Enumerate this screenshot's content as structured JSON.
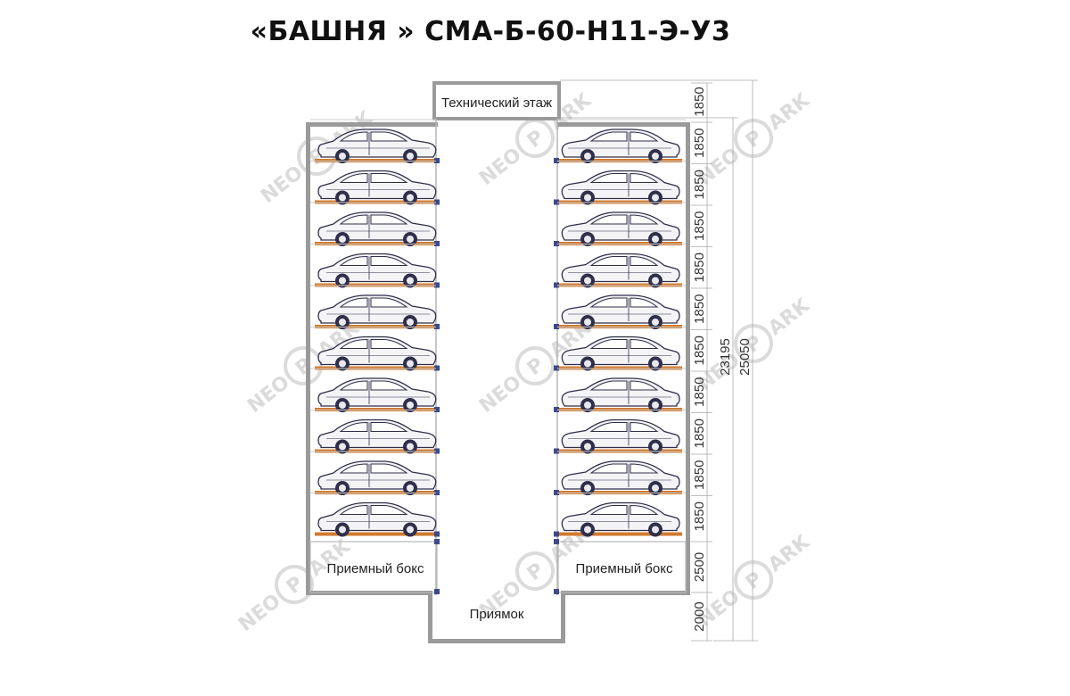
{
  "title": "«БАШНЯ » СМА-Б-60-Н11-Э-У3",
  "labels": {
    "tech_floor": "Технический этаж",
    "receiving_box_left": "Приемный бокс",
    "receiving_box_right": "Приемный бокс",
    "pit": "Приямок"
  },
  "dimensions": {
    "level": "1850",
    "box": "2500",
    "pit": "2000",
    "total_inner": "23195",
    "total_outer": "25050"
  },
  "watermark": {
    "left": "NEO",
    "right": "ARK",
    "badge": "P"
  },
  "colors": {
    "platform": "#d07a2e",
    "wall": "#9a9a9a",
    "car_fill": "#f4f4f7",
    "car_line": "#2f2f4a",
    "watermark": "#cfcfcf"
  }
}
